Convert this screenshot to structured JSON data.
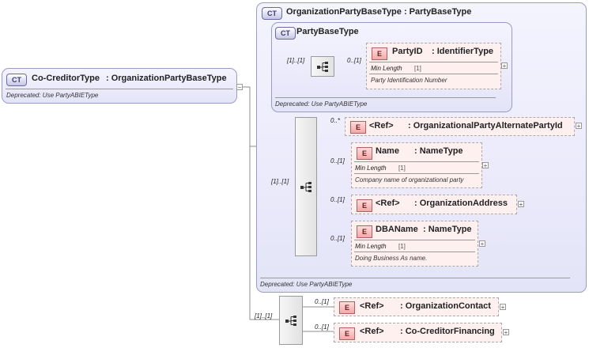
{
  "root": {
    "badge": "CT",
    "name": "Co-CreditorType",
    "type": ": OrganizationPartyBaseType",
    "deprecated": "Deprecated: Use PartyABIEType"
  },
  "outer_ct": {
    "badge": "CT",
    "title": "OrganizationPartyBaseType : PartyBaseType",
    "deprecated": "Deprecated: Use PartyABIEType"
  },
  "inner_ct": {
    "badge": "CT",
    "title": "PartyBaseType",
    "deprecated": "Deprecated: Use PartyABIEType"
  },
  "sequences": [
    {
      "name": "inner-sequence",
      "cardinality": "[1]..[1]"
    },
    {
      "name": "middle-sequence",
      "cardinality": "[1]..[1]"
    },
    {
      "name": "root-sequence",
      "cardinality": "[1]..[1]"
    }
  ],
  "elements": [
    {
      "badge": "E",
      "cardinality": "0..[1]",
      "name": "PartyID",
      "type": ": IdentifierType",
      "facet_label": "Min Length",
      "facet_value": "[1]",
      "doc": "Party Identification Number"
    },
    {
      "badge": "E",
      "cardinality": "0..*",
      "name": "<Ref>",
      "type": ": OrganizationalPartyAlternatePartyId"
    },
    {
      "badge": "E",
      "cardinality": "0..[1]",
      "name": "Name",
      "type": ": NameType",
      "facet_label": "Min Length",
      "facet_value": "[1]",
      "doc": "Company name of organizational party"
    },
    {
      "badge": "E",
      "cardinality": "0..[1]",
      "name": "<Ref>",
      "type": ": OrganizationAddress"
    },
    {
      "badge": "E",
      "cardinality": "0..[1]",
      "name": "DBAName",
      "type": ": NameType",
      "facet_label": "Min Length",
      "facet_value": "[1]",
      "doc": "Doing Business As name."
    },
    {
      "badge": "E",
      "cardinality": "0..[1]",
      "name": "<Ref>",
      "type": ": OrganizationContact"
    },
    {
      "badge": "E",
      "cardinality": "0..[1]",
      "name": "<Ref>",
      "type": ": Co-CreditorFinancing"
    }
  ],
  "icons": {
    "expand": "+",
    "sequence": "sequence-compositor-icon"
  }
}
